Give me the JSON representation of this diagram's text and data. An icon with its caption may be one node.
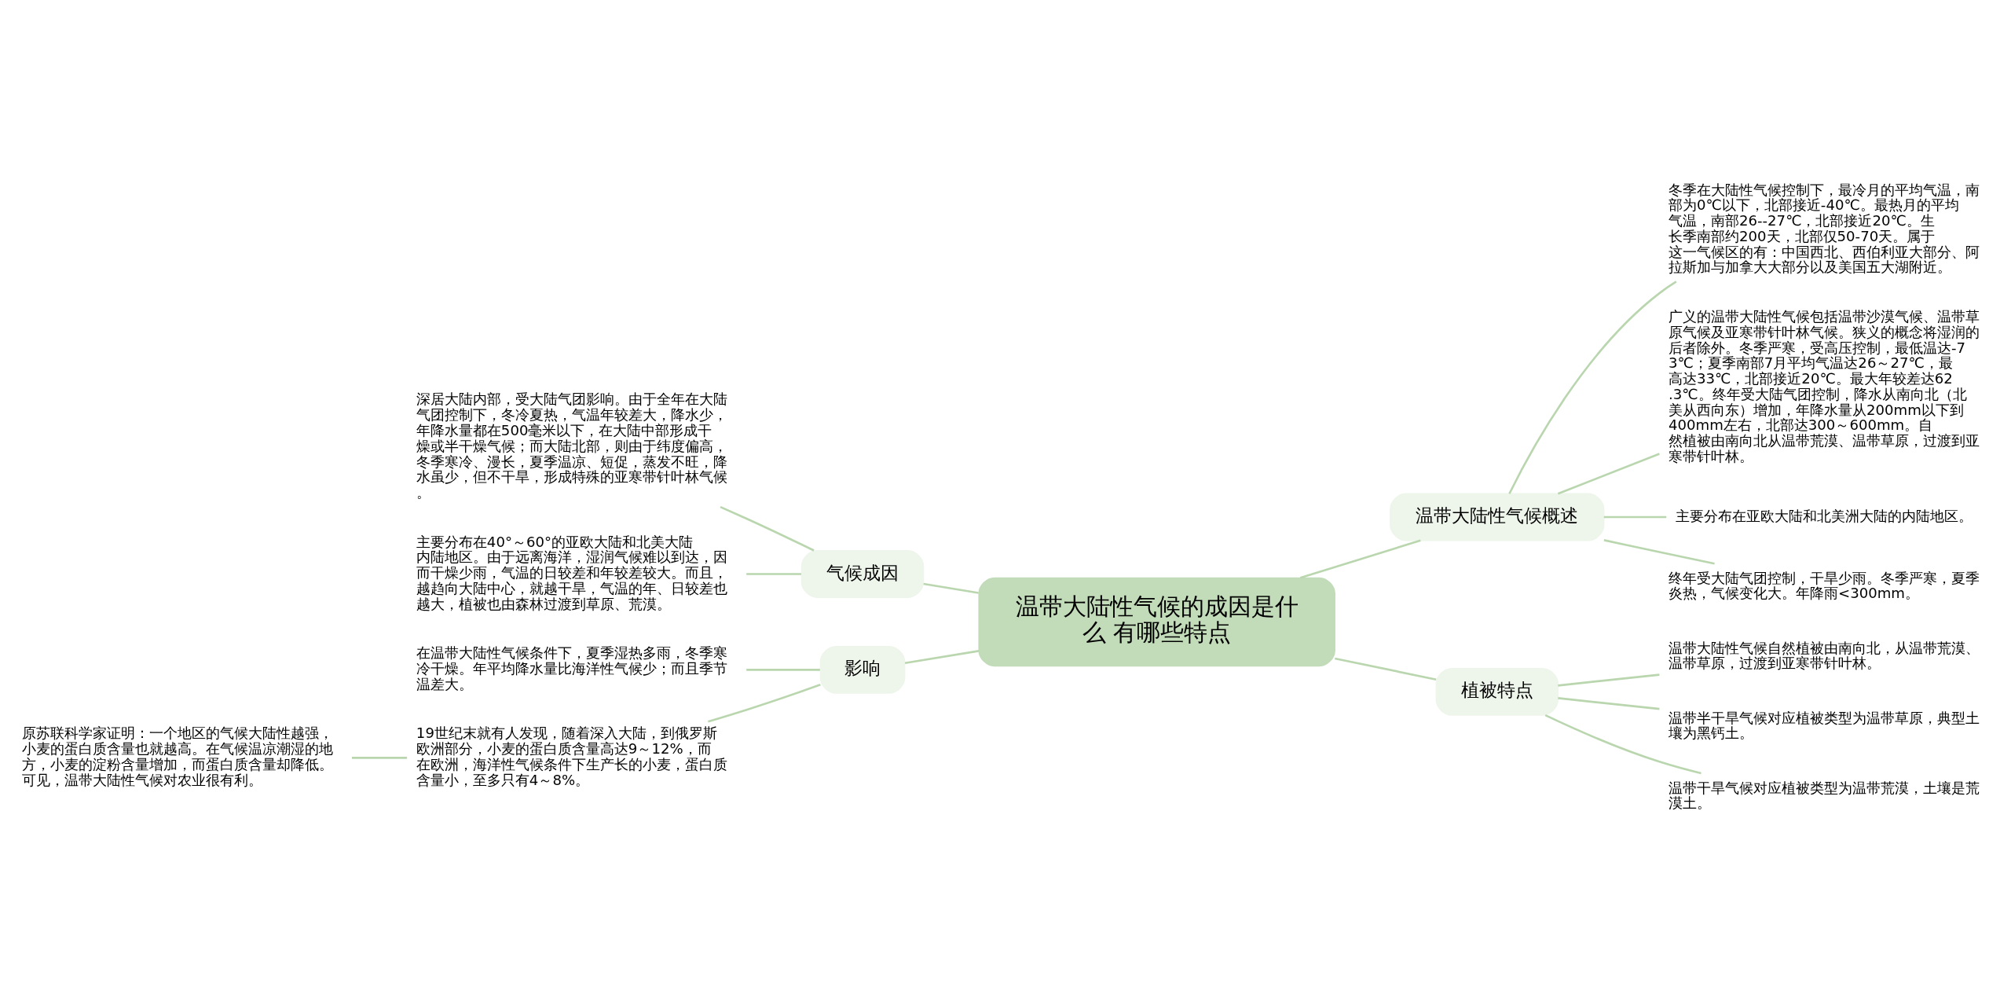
{
  "diagram": {
    "nodes": [
      {
        "text": [
          "温带大陆性气候的成因是什么 有哪些特点"
        ]
      },
      {
        "text": [
          "气候成因"
        ]
      },
      {
        "text": [
          "深居大陆内部，受大陆气团影响。由于全年在大陆气团控制下，冬冷夏热，气温年较差大，降水少，年降水量都在500毫米以下，在大陆中部形成干燥或半干燥气候；而大陆北部，则由于纬度偏高，冬季寒冷、漫长，夏季温凉、短促，蒸发不旺，降水虽少，但不干旱，形成特殊的亚寒带针叶林气候。"
        ]
      },
      {
        "text": [
          "主要分布在40°～60°的亚欧大陆和北美大陆内陆地区。由于远离海洋，湿润气候难以到达，因而干燥少雨，气温的日较差和年较差较大。而且，越趋向大陆中心，就越干旱，气温的年、日较差也越大，植被也由森林过渡到草原、荒漠。"
        ]
      },
      {
        "text": [
          "影响"
        ]
      },
      {
        "text": [
          "在温带大陆性气候条件下，夏季湿热多雨，冬季寒冷干燥。年平均降水量比海洋性气候少；而且季节温差大。"
        ]
      },
      {
        "text": [
          "19世纪末就有人发现，随着深入大陆，到俄罗斯欧洲部分，小麦的蛋白质含量高达9～12%，而在欧洲，海洋性气候条件下生产长的小麦，蛋白质含量小，至多只有4～8%。"
        ]
      },
      {
        "text": [
          "原苏联科学家证明：一个地区的气候大陆性越强，小麦的蛋白质含量也就越高。在气候温凉潮湿的地方，小麦的淀粉含量增加，而蛋白质含量却降低。可见，温带大陆性气候对农业很有利。"
        ]
      },
      {
        "text": [
          "温带大陆性气候概述"
        ]
      },
      {
        "text": [
          "冬季在大陆性气候控制下，最冷月的平均气温，南部为0℃以下，北部接近-40℃。最热月的平均气温，南部26--27℃，北部接近20℃。生长季南部约200天，北部仅50-70天。属于这一气候区的有：中国西北、西伯利亚大部分、阿拉斯加与加拿大大部分以及美国五大湖附近。"
        ]
      },
      {
        "text": [
          "广义的温带大陆性气候包括温带沙漠气候、温带草原气候及亚寒带针叶林气候。狭义的概念将湿润的后者除外。冬季严寒，受高压控制，最低温达-73℃；夏季南部7月平均气温达26～27℃，最高达33℃，北部接近20℃。最大年较差达62.3℃。终年受大陆气团控制，降水从南向北（北美从西向东）增加，年降水量从200mm以下到400mm左右，北部达300～600mm。自然植被由南向北从温带荒漠、温带草原，过渡到亚寒带针叶林。"
        ]
      },
      {
        "text": [
          "主要分布在亚欧大陆和北美洲大陆的内陆地区。"
        ]
      },
      {
        "text": [
          "终年受大陆气团控制，干旱少雨。冬季严寒，夏季炎热，气候变化大。年降雨<300mm。"
        ]
      },
      {
        "text": [
          "植被特点"
        ]
      },
      {
        "text": [
          "温带大陆性气候自然植被由南向北，从温带荒漠、温带草原，过渡到亚寒带针叶林。"
        ]
      },
      {
        "text": [
          "温带半干旱气候对应植被类型为温带草原，典型土壤为黑钙土。"
        ]
      },
      {
        "text": [
          "温带干旱气候对应植被类型为温带荒漠，土壤是荒漠土。"
        ]
      }
    ],
    "edges": [
      {
        "from": 0,
        "to": 1,
        "arrow": "none"
      },
      {
        "from": 1,
        "to": 2,
        "arrow": "none"
      },
      {
        "from": 1,
        "to": 3,
        "arrow": "none"
      },
      {
        "from": 0,
        "to": 4,
        "arrow": "none"
      },
      {
        "from": 4,
        "to": 5,
        "arrow": "none"
      },
      {
        "from": 4,
        "to": 6,
        "arrow": "none"
      },
      {
        "from": 6,
        "to": 7,
        "arrow": "none"
      },
      {
        "from": 0,
        "to": 8,
        "arrow": "none"
      },
      {
        "from": 8,
        "to": 9,
        "arrow": "none"
      },
      {
        "from": 8,
        "to": 10,
        "arrow": "none"
      },
      {
        "from": 8,
        "to": 11,
        "arrow": "none"
      },
      {
        "from": 8,
        "to": 12,
        "arrow": "none"
      },
      {
        "from": 0,
        "to": 13,
        "arrow": "none"
      },
      {
        "from": 13,
        "to": 14,
        "arrow": "none"
      },
      {
        "from": 13,
        "to": 15,
        "arrow": "none"
      },
      {
        "from": 13,
        "to": 16,
        "arrow": "none"
      }
    ]
  }
}
